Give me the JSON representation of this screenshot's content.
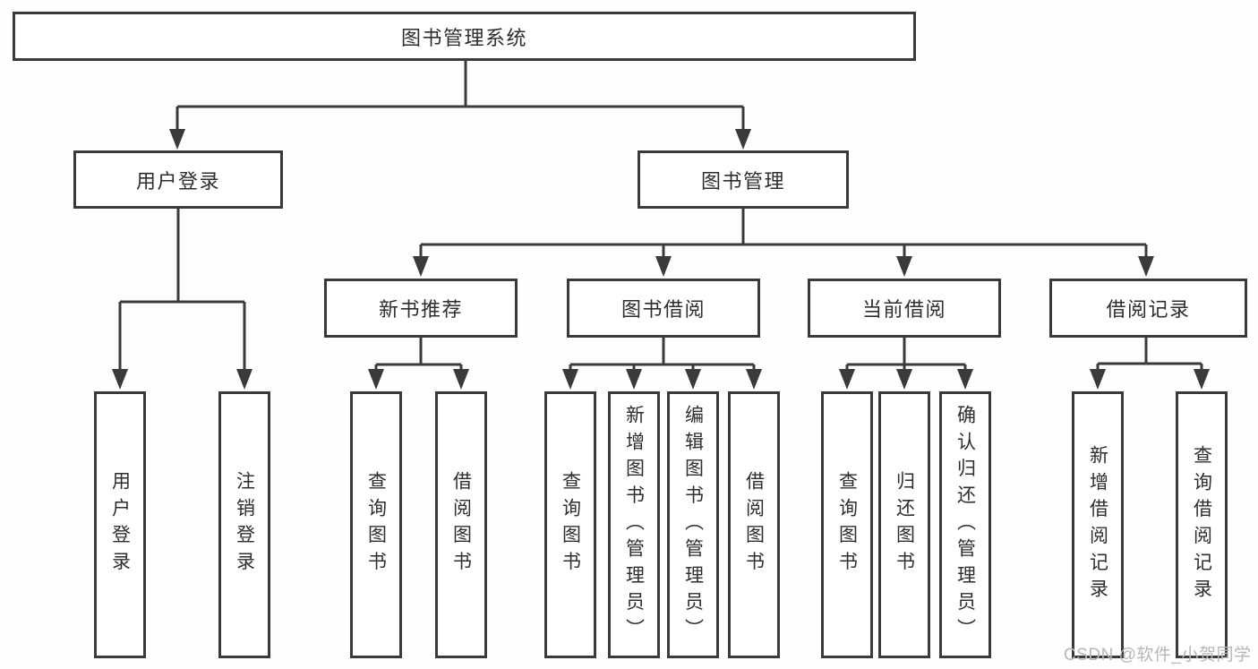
{
  "watermark": "CSDN @软件_小贺同学",
  "colors": {
    "line": "#3a3a3a",
    "box_border": "#3a3a3a",
    "text": "#2e2e2e",
    "watermark": "#b7b7b7",
    "background": "#ffffff"
  },
  "tree": {
    "label": "图书管理系统",
    "children": [
      {
        "label": "用户登录",
        "children": [
          {
            "label": "用户登录"
          },
          {
            "label": "注销登录"
          }
        ]
      },
      {
        "label": "图书管理",
        "children": [
          {
            "label": "新书推荐",
            "children": [
              {
                "label": "查询图书"
              },
              {
                "label": "借阅图书"
              }
            ]
          },
          {
            "label": "图书借阅",
            "children": [
              {
                "label": "查询图书"
              },
              {
                "label": "新增图书（管理员）"
              },
              {
                "label": "编辑图书（管理员）"
              },
              {
                "label": "借阅图书"
              }
            ]
          },
          {
            "label": "当前借阅",
            "children": [
              {
                "label": "查询图书"
              },
              {
                "label": "归还图书"
              },
              {
                "label": "确认归还（管理员）"
              }
            ]
          },
          {
            "label": "借阅记录",
            "children": [
              {
                "label": "新增借阅记录"
              },
              {
                "label": "查询借阅记录"
              }
            ]
          }
        ]
      }
    ]
  }
}
